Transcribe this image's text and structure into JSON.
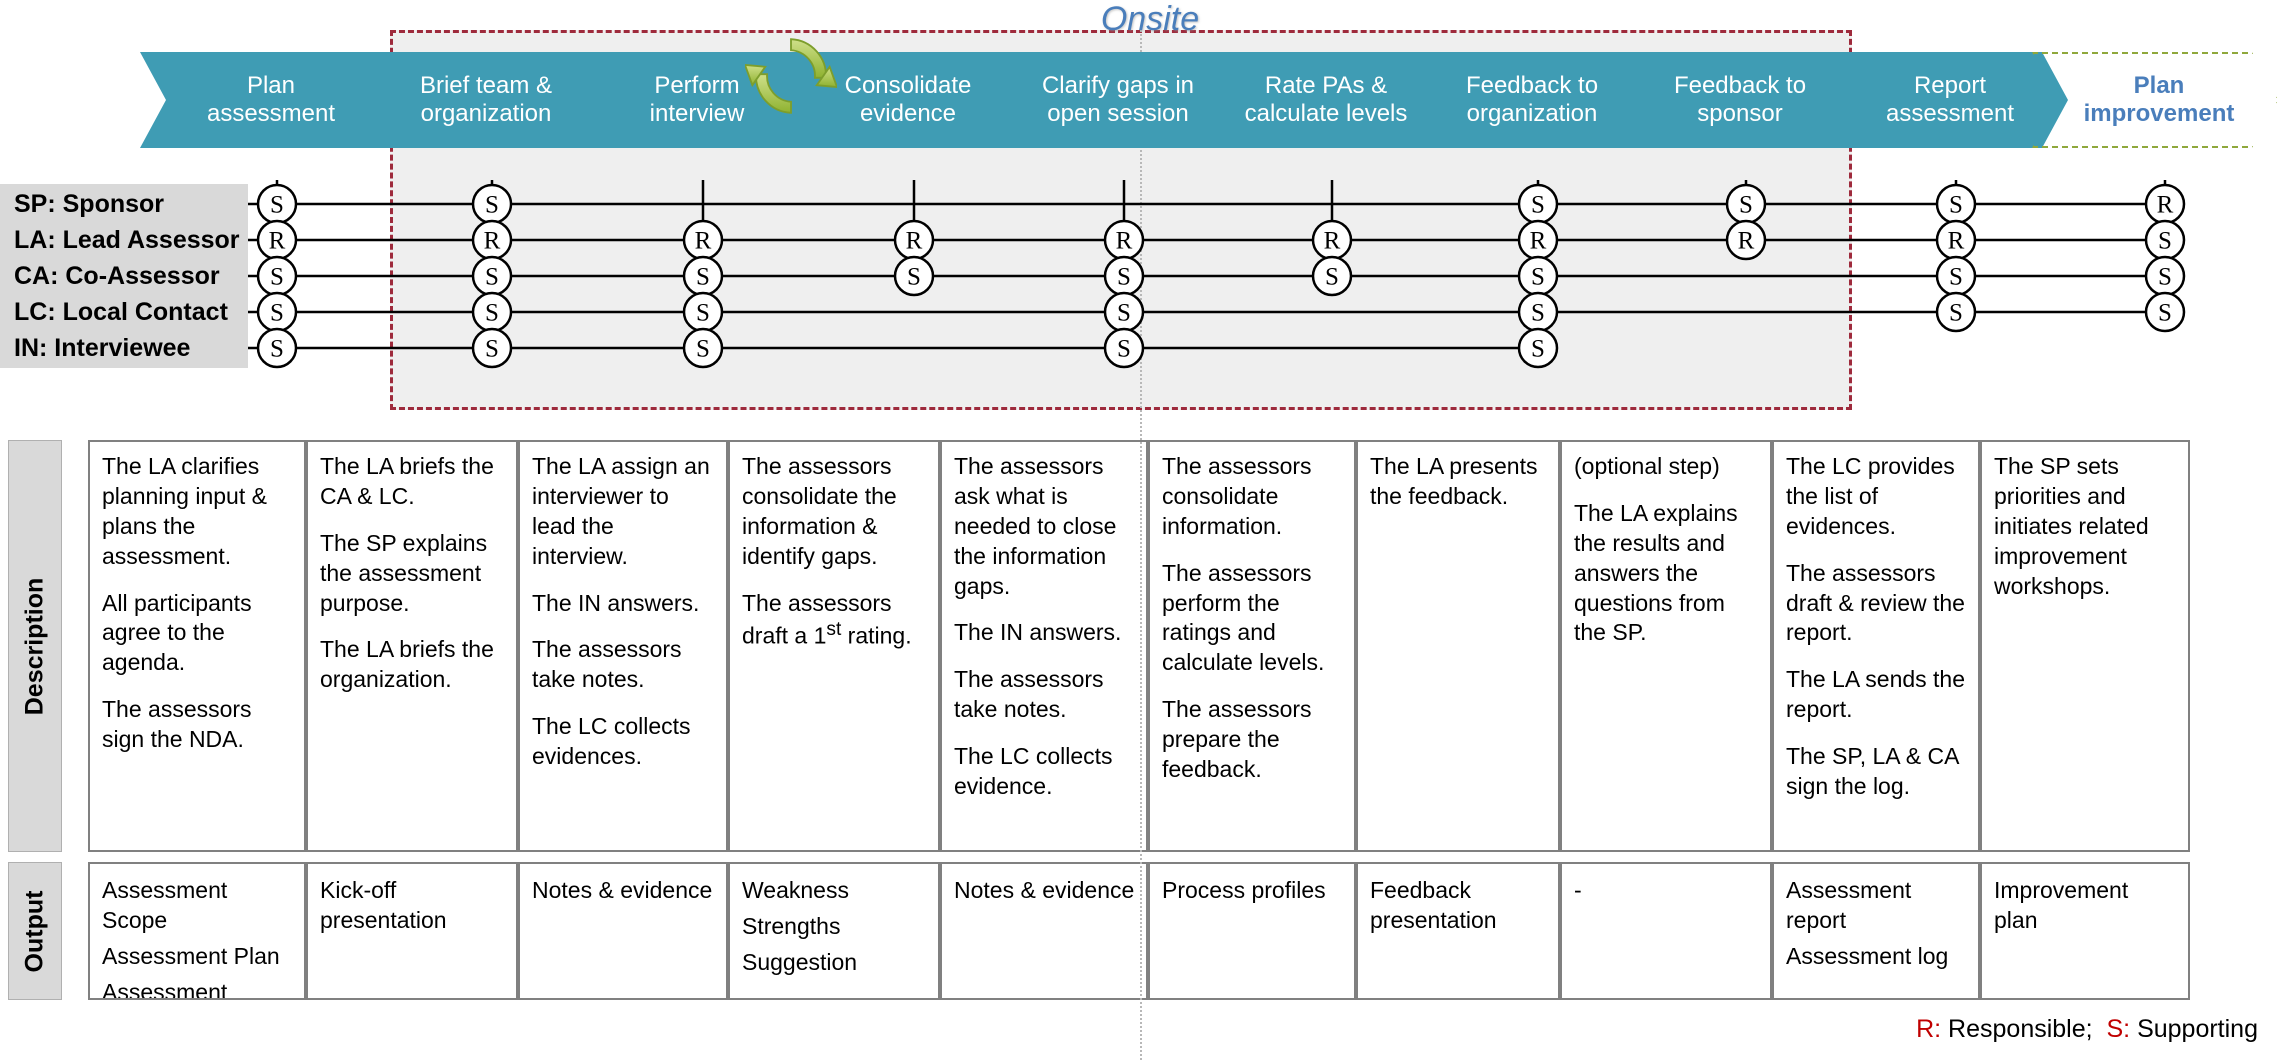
{
  "diagram": {
    "onsite_label": "Onsite",
    "cycle_icon": "refresh-cycle-icon"
  },
  "phases": [
    {
      "label": "Plan\nassessment",
      "ghost": false
    },
    {
      "label": "Brief team &\norganization",
      "ghost": false
    },
    {
      "label": "Perform\ninterview",
      "ghost": false
    },
    {
      "label": "Consolidate\nevidence",
      "ghost": false
    },
    {
      "label": "Clarify gaps in\nopen session",
      "ghost": false
    },
    {
      "label": "Rate PAs &\ncalculate levels",
      "ghost": false
    },
    {
      "label": "Feedback to\norganization",
      "ghost": false
    },
    {
      "label": "Feedback to\nsponsor",
      "ghost": false
    },
    {
      "label": "Report\nassessment",
      "ghost": false
    },
    {
      "label": "Plan\nimprovement",
      "ghost": true
    }
  ],
  "roles": [
    {
      "code": "SP",
      "label": "SP: Sponsor"
    },
    {
      "code": "LA",
      "label": "LA: Lead Assessor"
    },
    {
      "code": "CA",
      "label": "CA: Co-Assessor"
    },
    {
      "code": "LC",
      "label": "LC: Local Contact"
    },
    {
      "code": "IN",
      "label": "IN: Interviewee"
    }
  ],
  "raci": [
    [
      "S",
      "S",
      "",
      "",
      "",
      "",
      "S",
      "S",
      "S",
      "R"
    ],
    [
      "R",
      "R",
      "R",
      "R",
      "R",
      "R",
      "R",
      "R",
      "R",
      "S"
    ],
    [
      "S",
      "S",
      "S",
      "S",
      "S",
      "S",
      "S",
      "",
      "S",
      "S"
    ],
    [
      "S",
      "S",
      "S",
      "",
      "S",
      "",
      "S",
      "",
      "S",
      "S"
    ],
    [
      "S",
      "S",
      "S",
      "",
      "S",
      "",
      "S",
      "",
      "",
      ""
    ]
  ],
  "rows": {
    "description_header": "Description",
    "output_header": "Output"
  },
  "descriptions": [
    [
      "The LA clarifies planning input & plans the assessment.",
      "All participants agree to the agenda.",
      "The assessors sign the NDA."
    ],
    [
      "The LA briefs the CA & LC.",
      "The SP explains the  assessment purpose.",
      "The LA briefs the organization."
    ],
    [
      "The LA assign an interviewer to lead the interview.",
      "The IN answers.",
      "The assessors take notes.",
      "The LC collects evidences."
    ],
    [
      "The assessors consolidate the information & identify gaps.",
      "The assessors draft a 1st rating."
    ],
    [
      "The assessors ask what is needed to close the information gaps.",
      "The IN answers.",
      "The assessors take notes.",
      "The LC collects evidence."
    ],
    [
      "The assessors consolidate information.",
      "The assessors perform the ratings and calculate levels.",
      "The assessors prepare the feedback."
    ],
    [
      "The LA presents the feedback."
    ],
    [
      "(optional step)",
      "The LA explains the results and answers the questions from the SP."
    ],
    [
      "The LC provides the list of evidences.",
      "The assessors draft & review the report.",
      "The LA sends the report.",
      "The SP, LA & CA sign the log."
    ],
    [
      "The SP sets priorities and initiates related improvement workshops."
    ]
  ],
  "outputs": [
    [
      "Assessment Scope",
      "Assessment Plan",
      "Assessment Agenda NDA"
    ],
    [
      "Kick-off presentation"
    ],
    [
      "Notes & evidence"
    ],
    [
      "Weakness",
      "Strengths",
      "Suggestion"
    ],
    [
      "Notes & evidence"
    ],
    [
      "Process profiles"
    ],
    [
      "Feedback presentation"
    ],
    [
      "-"
    ],
    [
      "Assessment report",
      "Assessment log"
    ],
    [
      "Improvement plan"
    ]
  ],
  "legend": {
    "responsible_key": "R:",
    "responsible_text": " Responsible;",
    "supporting_key": "S:",
    "supporting_text": " Supporting"
  },
  "colors": {
    "chevron": "#3f9cb4",
    "onsite_border": "#9e2a3c",
    "onsite_fill": "#efefef",
    "accent_blue": "#4a7ebb",
    "ghost_border": "#8fa83c",
    "legend_red": "#c00000",
    "role_bg": "#d9d9d9"
  }
}
